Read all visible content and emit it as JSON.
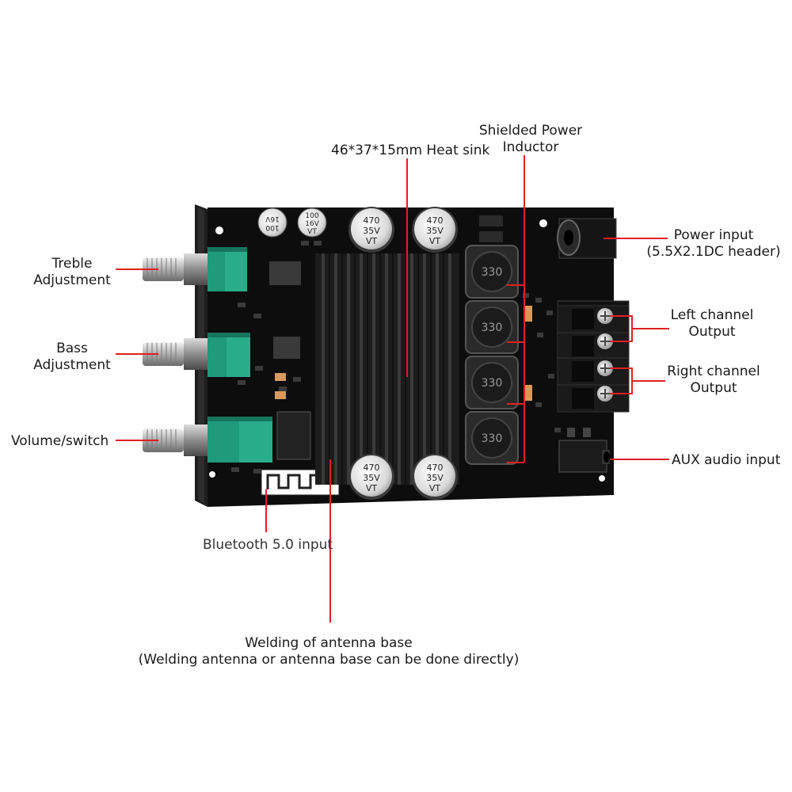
{
  "labels": {
    "heat_sink": "46*37*15mm Heat sink",
    "inductor_line1": "Shielded Power",
    "inductor_line2": "Inductor",
    "treble_line1": "Treble",
    "treble_line2": "Adjustment",
    "bass_line1": "Bass",
    "bass_line2": "Adjustment",
    "volume": "Volume/switch",
    "power_line1": "Power input",
    "power_line2": "(5.5X2.1DC header)",
    "left_line1": "Left channel",
    "left_line2": "Output",
    "right_line1": "Right channel",
    "right_line2": "Output",
    "aux": "AUX audio input",
    "bluetooth": "Bluetooth 5.0 input",
    "antenna_line1": "Welding of antenna base",
    "antenna_line2": "(Welding antenna or antenna base can be done directly)"
  },
  "board_markings": {
    "cap_large": [
      "470",
      "35V",
      "VT"
    ],
    "cap_small": [
      "100",
      "16V",
      "VT"
    ],
    "inductor": "330"
  },
  "colors": {
    "board": "#0d0d0d",
    "heatsink": "#1c1c1c",
    "potentiometer": "#1f9a7a",
    "leader_line": "#e02020",
    "text": "#1a1a1a"
  }
}
